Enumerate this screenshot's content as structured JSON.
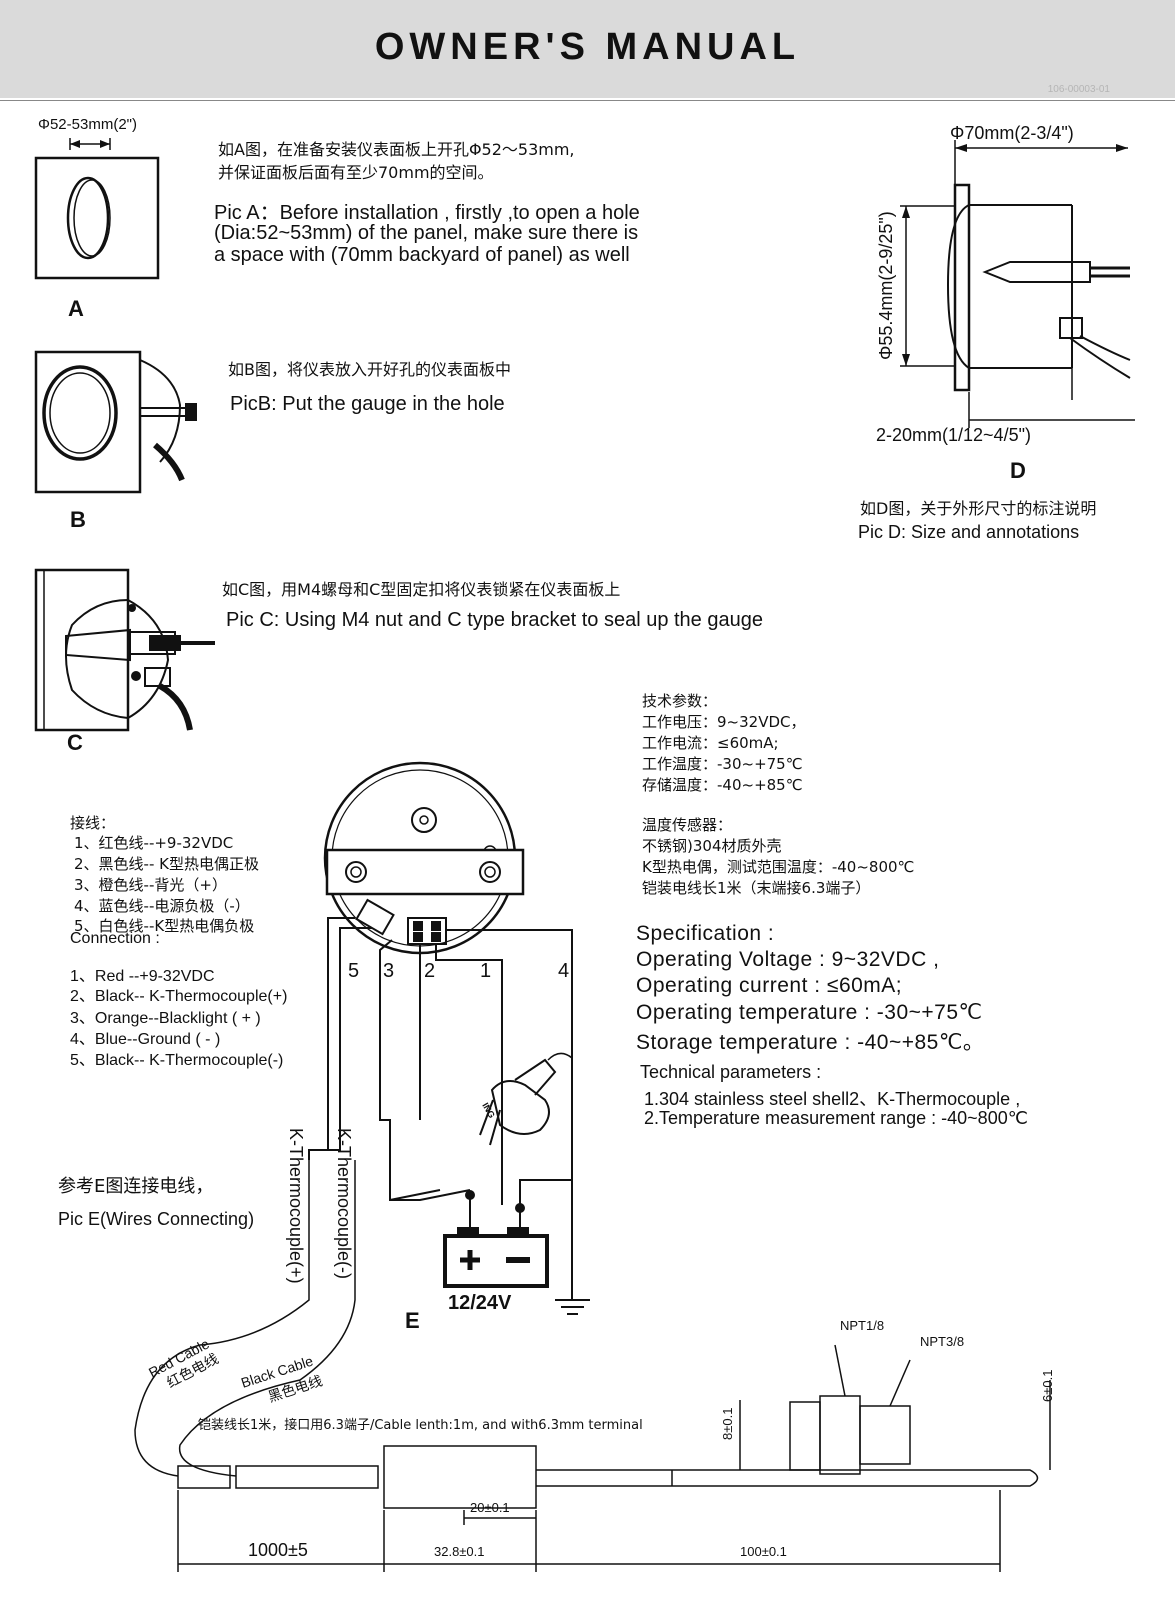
{
  "header": {
    "title": "OWNER'S   MANUAL",
    "doc_no": "106-00003-01"
  },
  "pic_a": {
    "dim": "Φ52-53mm(2\")",
    "zh_1": "如A图，在准备安装仪表面板上开孔Φ52～53mm,",
    "zh_2": "并保证面板后面有至少70mm的空间。",
    "en_1": "Pic A：Before installation , firstly ,to open a hole",
    "en_2": "(Dia:52~53mm) of the panel, make sure there is",
    "en_3": "a space with (70mm backyard of panel)  as well",
    "label": "A"
  },
  "pic_b": {
    "zh": "如B图，将仪表放入开好孔的仪表面板中",
    "en": "PicB: Put the gauge in the hole",
    "label": "B"
  },
  "pic_c": {
    "zh": "如C图，用M4螺母和C型固定扣将仪表锁紧在仪表面板上",
    "en": "Pic C: Using M4 nut and C type bracket to seal up the gauge",
    "label": "C"
  },
  "pic_d": {
    "dim_top": "Φ70mm(2-3/4\")",
    "dim_side": "Φ55.4mm(2-9/25\")",
    "dim_bottom": "2-20mm(1/12~4/5\")",
    "label": "D",
    "zh": "如D图，关于外形尺寸的标注说明",
    "en": "Pic D: Size and annotations"
  },
  "tech_zh": {
    "title": "技术参数：",
    "lines": [
      "工作电压：9~32VDC，",
      "工作电流：≤60mA;",
      "工作温度：-30~+75℃",
      "存储温度：-40~+85℃"
    ],
    "sensor_title": "温度传感器：",
    "sensor_lines": [
      "不锈钢)304材质外壳",
      "K型热电偶，测试范围温度：-40~800℃",
      "铠装电线长1米（末端接6.3端子）"
    ]
  },
  "wiring_zh": {
    "title": "接线：",
    "lines": [
      "1、红色线--+9-32VDC",
      "2、黑色线-- K型热电偶正极",
      "3、橙色线--背光（+）",
      "4、蓝色线--电源负极（-）",
      "5、白色线--K型热电偶负极"
    ]
  },
  "connection": {
    "title": "Connection :",
    "lines": [
      "1、Red --+9-32VDC",
      "2、Black-- K-Thermocouple(+)",
      "3、Orange--Blacklight ( + )",
      "4、Blue--Ground ( - )",
      "5、Black-- K-Thermocouple(-)"
    ]
  },
  "spec": {
    "title": "Specification :",
    "lines": [
      "Operating Voltage : 9~32VDC ,",
      "Operating current : ≤60mA;",
      "Operating temperature : -30~+75℃",
      "Storage temperature : -40~+85℃。"
    ]
  },
  "tech_en": {
    "title": "Technical parameters :",
    "lines": [
      "1.304 stainless steel shell2、K-Thermocouple ,",
      "2.Temperature measurement range : -40~800℃"
    ]
  },
  "pic_e": {
    "zh": "参考E图连接电线，",
    "en": "Pic E(Wires Connecting)",
    "label": "E",
    "battery": "12/24V",
    "wire_nums": [
      "5",
      "3",
      "2",
      "1",
      "4"
    ],
    "thermo_pos": "K-Thermocouple(+)",
    "thermo_neg": "K-Thermocouple(-)",
    "ign": "ING"
  },
  "sensor": {
    "red_cable_en": "Red Cable",
    "red_cable_zh": "红色电线",
    "black_cable_en": "Black Cable",
    "black_cable_zh": "黑色电线",
    "cable_note": "铠装线长1米，接口用6.3端子/Cable lenth:1m, and with6.3mm terminal",
    "npt1": "NPT1/8",
    "npt3": "NPT3/8",
    "dims": [
      "8±0.1",
      "6±0.1",
      "20±0.1",
      "1000±5",
      "32.8±0.1",
      "100±0.1"
    ]
  }
}
